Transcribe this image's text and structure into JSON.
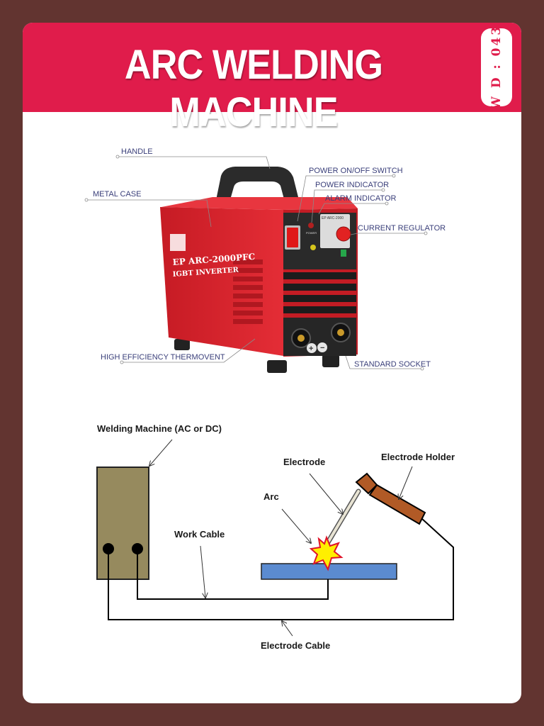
{
  "header": {
    "title": "ARC WELDING MACHINE",
    "code": "W D : 043"
  },
  "machine": {
    "model_line1": "EP ARC-2000PFC",
    "model_line2": "IGBT INVERTER",
    "panel_badge": "EP ARC-2000",
    "power_label": "POWER",
    "labels": {
      "handle": "HANDLE",
      "metal_case": "METAL CASE",
      "power_switch": "POWER ON/OFF SWITCH",
      "power_indicator": "POWER INDICATOR",
      "alarm_indicator": "ALARM INDICATOR",
      "current_regulator": "CURRENT REGULATOR",
      "thermovent": "HIGH EFFICIENCY THERMOVENT",
      "standard_socket": "STANDARD SOCKET"
    }
  },
  "circuit": {
    "welding_machine": "Welding Machine (AC or DC)",
    "electrode": "Electrode",
    "electrode_holder": "Electrode Holder",
    "arc": "Arc",
    "work_cable": "Work Cable",
    "electrode_cable": "Electrode Cable"
  },
  "colors": {
    "background": "#623430",
    "header": "#e01c4b",
    "case_red": "#d8222c",
    "machine_box": "#968a5e",
    "workpiece": "#5b8bd0",
    "holder": "#b15a26",
    "spark": "#ffef00"
  }
}
